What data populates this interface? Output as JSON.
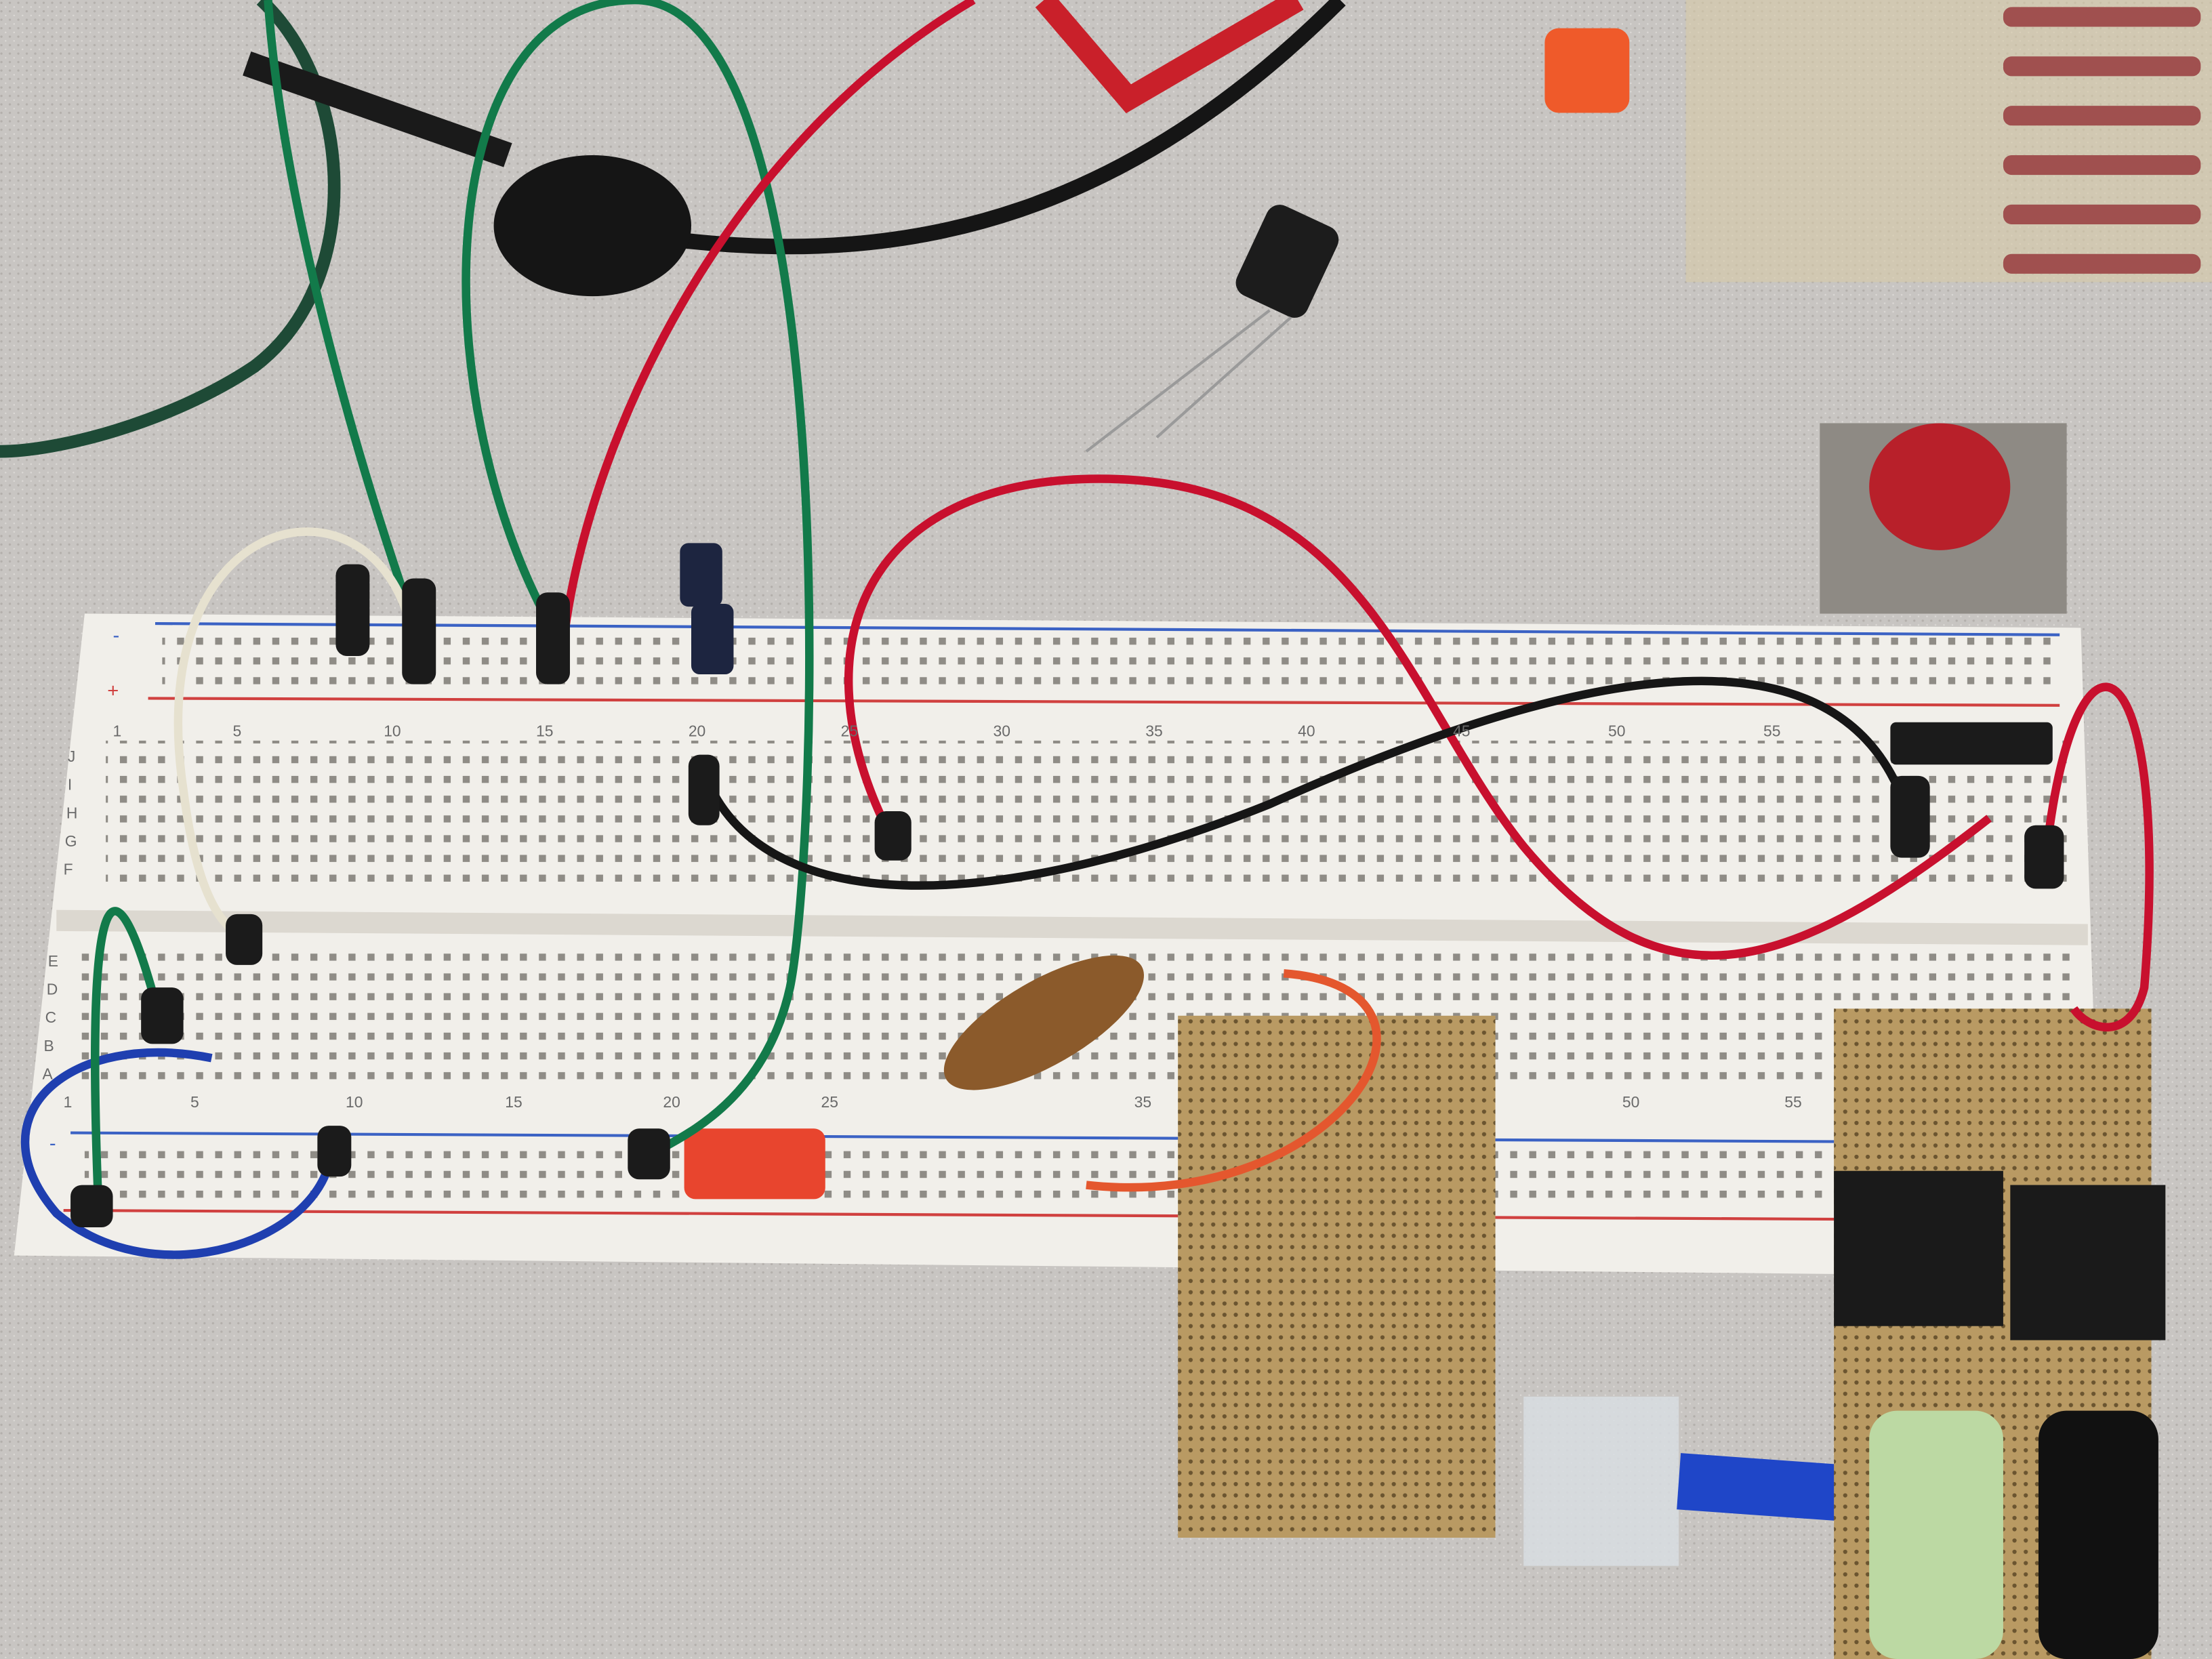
{
  "scene": {
    "subject": "breadboard-circuit",
    "colors": {
      "desk": "#c8c5c2",
      "board": "#f1efea",
      "hole": "#8f8c86",
      "rail_red": "#d0403f",
      "rail_blue": "#3b62c4",
      "wire_green": "#127a4a",
      "wire_red": "#c8102e",
      "wire_black": "#161616",
      "wire_white": "#e6e1cf",
      "wire_blue": "#1f3fb0",
      "wire_orange": "#e4572e",
      "perfboard": "#b99a63"
    }
  },
  "breadboard": {
    "rail_plus": "+",
    "rail_minus": "-",
    "top_column_numbers": [
      "1",
      "5",
      "10",
      "15",
      "20",
      "25",
      "30",
      "35",
      "40",
      "45",
      "50",
      "55"
    ],
    "bottom_column_numbers": [
      "1",
      "5",
      "10",
      "15",
      "20",
      "25",
      "35",
      "50",
      "55"
    ],
    "top_row_letters": [
      "J",
      "I",
      "H",
      "G",
      "F"
    ],
    "bottom_row_letters": [
      "E",
      "D",
      "C",
      "B",
      "A"
    ]
  }
}
